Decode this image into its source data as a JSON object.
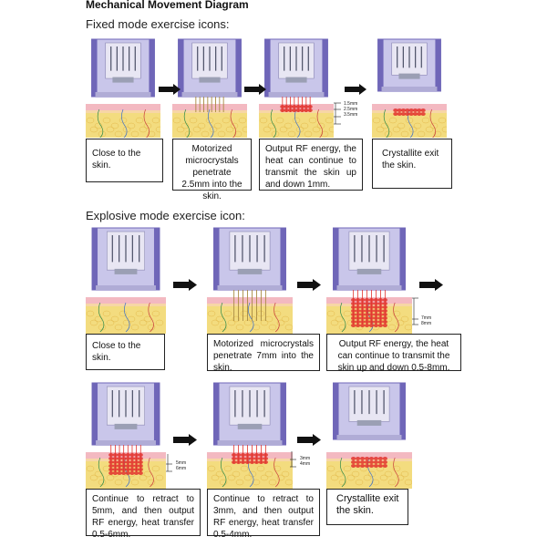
{
  "title": "Mechanical Movement Diagram",
  "fixed_mode": {
    "heading": "Fixed mode exercise icons:",
    "steps": [
      {
        "caption": "Close to the skin."
      },
      {
        "caption": "Motorized microcrystals penetrate 2.5mm into the skin."
      },
      {
        "caption": "Output RF energy, the heat can continue to transmit the skin up and down 1mm."
      },
      {
        "caption": "Crystallite exit the skin."
      }
    ],
    "depth_labels": [
      "1.5mm",
      "2.5mm",
      "3.5mm"
    ]
  },
  "explosive_mode": {
    "heading": "Explosive mode exercise icon:",
    "steps": [
      {
        "caption": "Close to the skin."
      },
      {
        "caption": "Motorized microcrystals penetrate 7mm into the skin."
      },
      {
        "caption": "Output RF energy, the heat can continue to transmit the skin up and down 0.5-8mm."
      },
      {
        "caption": "Continue to retract to 5mm, and then output RF energy, heat transfer 0.5-6mm."
      },
      {
        "caption": "Continue to retract to 3mm, and then output RF energy, heat transfer 0.5-4mm."
      },
      {
        "caption": "Crystallite exit the skin."
      }
    ],
    "depth_labels_a": [
      "7mm",
      "8mm"
    ],
    "depth_labels_b": [
      "5mm",
      "6mm"
    ],
    "depth_labels_c": [
      "3mm",
      "4mm"
    ]
  },
  "colors": {
    "device_purple": "#6f66b8",
    "device_light": "#c9c6ea",
    "skin_pink": "#f3b9c1",
    "skin_yellow": "#f3dc7f",
    "rf_red": "#e2332e"
  }
}
